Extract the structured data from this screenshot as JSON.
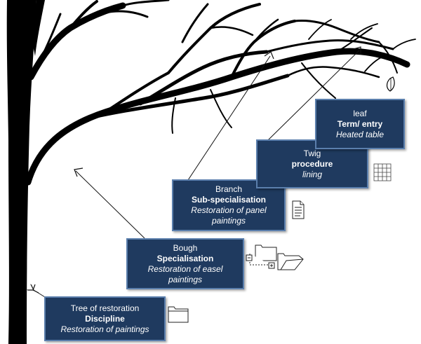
{
  "colors": {
    "box_fill": "#1f3a5f",
    "box_border": "#5b7fad",
    "box_text": "#ffffff",
    "tree": "#000000"
  },
  "levels": [
    {
      "id": "tree",
      "level": "Tree of restoration",
      "role": "Discipline",
      "example": "Restoration of paintings",
      "icon": "folder-icon"
    },
    {
      "id": "bough",
      "level": "Bough",
      "role": "Specialisation",
      "example": "Restoration of  easel paintings",
      "icon": "folder-tree-icon"
    },
    {
      "id": "branch",
      "level": "Branch",
      "role": "Sub-specialisation",
      "example": "Restoration of panel paintings",
      "icon": "document-icon"
    },
    {
      "id": "twig",
      "level": "Twig",
      "role": "procedure",
      "example": "lining",
      "icon": "table-grid-icon"
    },
    {
      "id": "leaf",
      "level": "leaf",
      "role": "Term/ entry",
      "example": "Heated table",
      "icon": "leaf-icon"
    }
  ]
}
